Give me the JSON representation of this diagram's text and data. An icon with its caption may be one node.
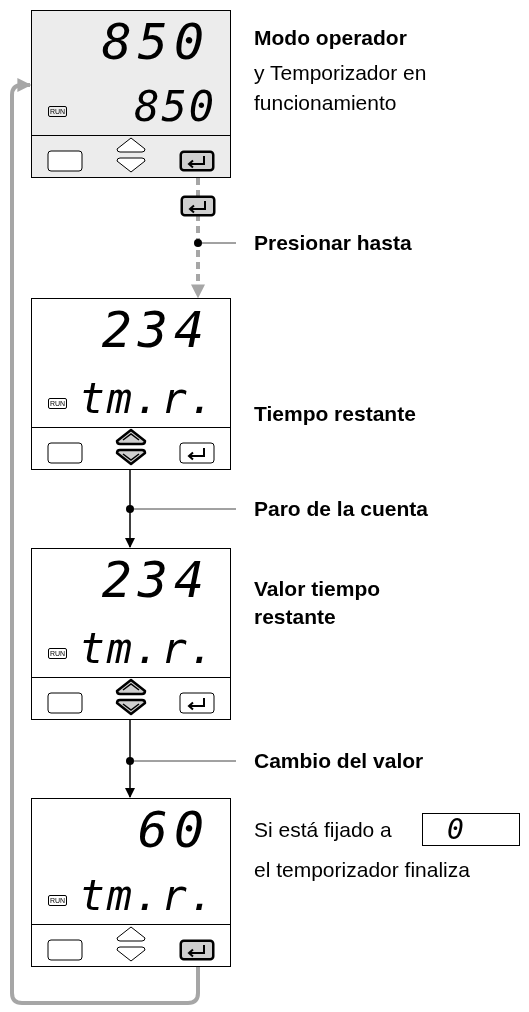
{
  "diagram": {
    "nodes": [
      {
        "text": [
          "850",
          "RUN",
          "850"
        ],
        "beside": [
          "Modo operador",
          "y Temporizador en funcionamiento"
        ]
      },
      {
        "text": [
          "234",
          "RUN",
          "tm.r."
        ],
        "beside": [
          "Tiempo restante"
        ]
      },
      {
        "text": [
          "234",
          "RUN",
          "tm.r."
        ],
        "beside": [
          "Valor tiempo restante"
        ]
      },
      {
        "text": [
          "60",
          "RUN",
          "tm.r."
        ]
      },
      {
        "text": [
          "0"
        ]
      },
      {
        "text": [
          "Presionar hasta"
        ]
      },
      {
        "text": [
          "Paro de la cuenta"
        ]
      },
      {
        "text": [
          "Cambio del valor"
        ]
      }
    ],
    "edges": [
      {
        "from": 0,
        "to": 1,
        "arrow": "to",
        "style": "dashed",
        "color": "#a6a6a6"
      },
      {
        "from": 1,
        "to": 2,
        "arrow": "to",
        "color": "#000000"
      },
      {
        "from": 2,
        "to": 3,
        "arrow": "to",
        "color": "#000000"
      },
      {
        "from": 3,
        "to": 0,
        "arrow": "to",
        "style": "thick",
        "color": "#a6a6a6"
      },
      {
        "from": 5,
        "to": null,
        "arrow": "none"
      },
      {
        "from": 6,
        "to": null,
        "arrow": "none"
      },
      {
        "from": 7,
        "to": null,
        "arrow": "none"
      }
    ],
    "labels": [
      "Si está fijado a",
      "el temporizador finaliza"
    ]
  }
}
